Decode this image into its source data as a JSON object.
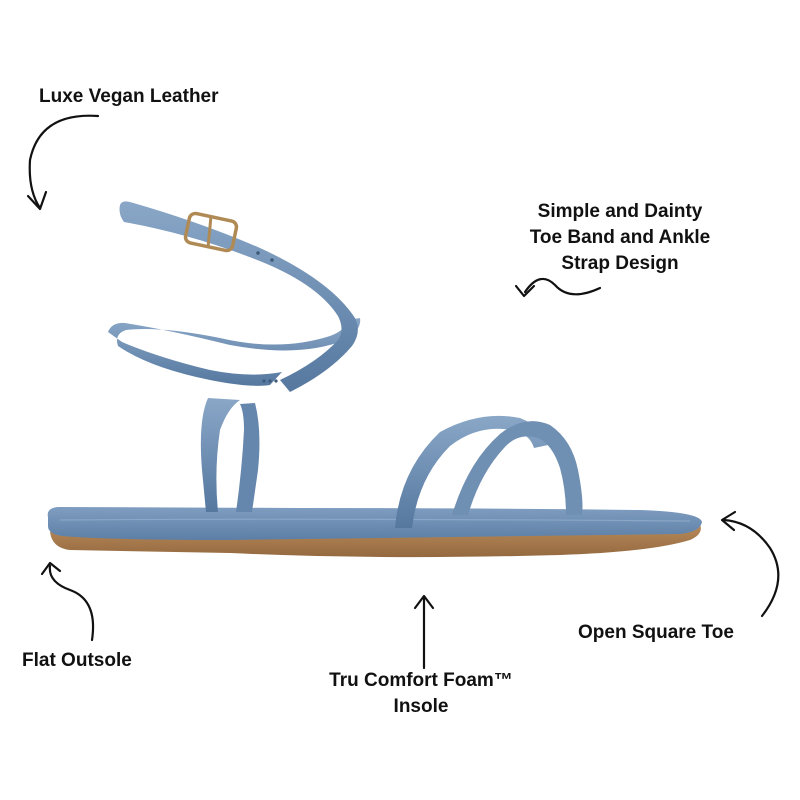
{
  "callouts": {
    "luxe_vegan_leather": "Luxe Vegan Leather",
    "strap_design": {
      "line1": "Simple and Dainty",
      "line2": "Toe Band and Ankle",
      "line3": "Strap Design"
    },
    "flat_outsole": "Flat Outsole",
    "insole": {
      "line1": "Tru Comfort Foam™",
      "line2": "Insole"
    },
    "open_square_toe": "Open Square Toe"
  },
  "colors": {
    "strap_blue": "#6e8fb4",
    "outsole_tan": "#a57a4e",
    "text": "#111111"
  }
}
